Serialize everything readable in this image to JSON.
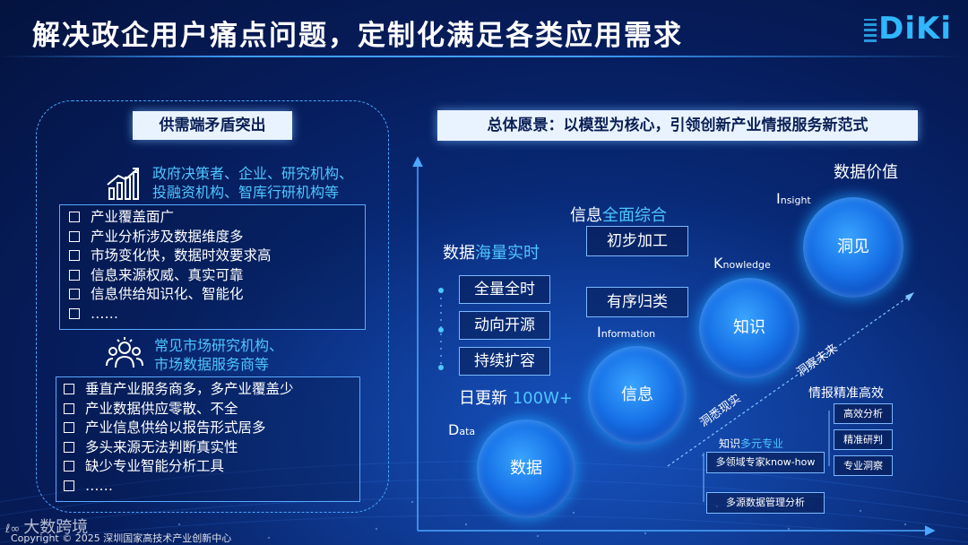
{
  "title": "解决政企用户痛点问题，定制化满足各类应用需求",
  "logo": "DiKi",
  "left": {
    "header": "供需端矛盾突出",
    "demand_group": {
      "text_line1": "政府决策者、企业、研究机构、",
      "text_line2": "投融资机构、智库行研机构等",
      "icon": "chart-growth-icon",
      "items": [
        "产业覆盖面广",
        "产业分析涉及数据维度多",
        "市场变化快，数据时效要求高",
        "信息来源权威、真实可靠",
        "信息供给知识化、智能化",
        "……"
      ]
    },
    "supply_group": {
      "text_line1": "常见市场研究机构、",
      "text_line2": "市场数据服务商等",
      "icon": "people-group-icon",
      "items": [
        "垂直产业服务商多，多产业覆盖少",
        "产业数据供应零散、不全",
        "产业信息供给以报告形式居多",
        "多头来源无法判断真实性",
        "缺少专业智能分析工具",
        "……"
      ]
    }
  },
  "right": {
    "header": "总体愿景：以模型为核心，引领创新产业情报服务新范式",
    "value_label": "数据价值",
    "data_stage": {
      "label_prefix": "数据",
      "label_highlight": "海量实时",
      "pills": [
        "全量全时",
        "动向开源",
        "持续扩容"
      ],
      "daily_prefix": "日更新 ",
      "daily_value": "100W+",
      "letter_big": "D",
      "letter_small": "ata",
      "circle_label": "数据"
    },
    "info_stage": {
      "label_prefix": "信息",
      "label_highlight": "全面综合",
      "pills": [
        "初步加工",
        "有序归类"
      ],
      "letter_big": "I",
      "letter_small": "nformation",
      "circle_label": "信息"
    },
    "knowledge_stage": {
      "letter_big": "K",
      "letter_small": "nowledge",
      "circle_label": "知识",
      "label_prefix": "知识",
      "label_highlight": "多元专业",
      "boxes": [
        "多领域专家know-how",
        "多源数据管理分析"
      ]
    },
    "insight_stage": {
      "letter_big": "I",
      "letter_small": "nsight",
      "circle_label": "洞见",
      "label": "情报精准高效",
      "boxes": [
        "高效分析",
        "精准研判",
        "专业洞察"
      ]
    },
    "diag_label_1": "洞悉现实",
    "diag_label_2": "洞察未来"
  },
  "footer": {
    "logo_text": "大数跨境",
    "copyright": "Copyright © 2025 深圳国家高技术产业创新中心"
  },
  "colors": {
    "accent": "#4fc6ff",
    "panel_border": "#4aa8ff",
    "header_bg": "#e9f3ff"
  }
}
